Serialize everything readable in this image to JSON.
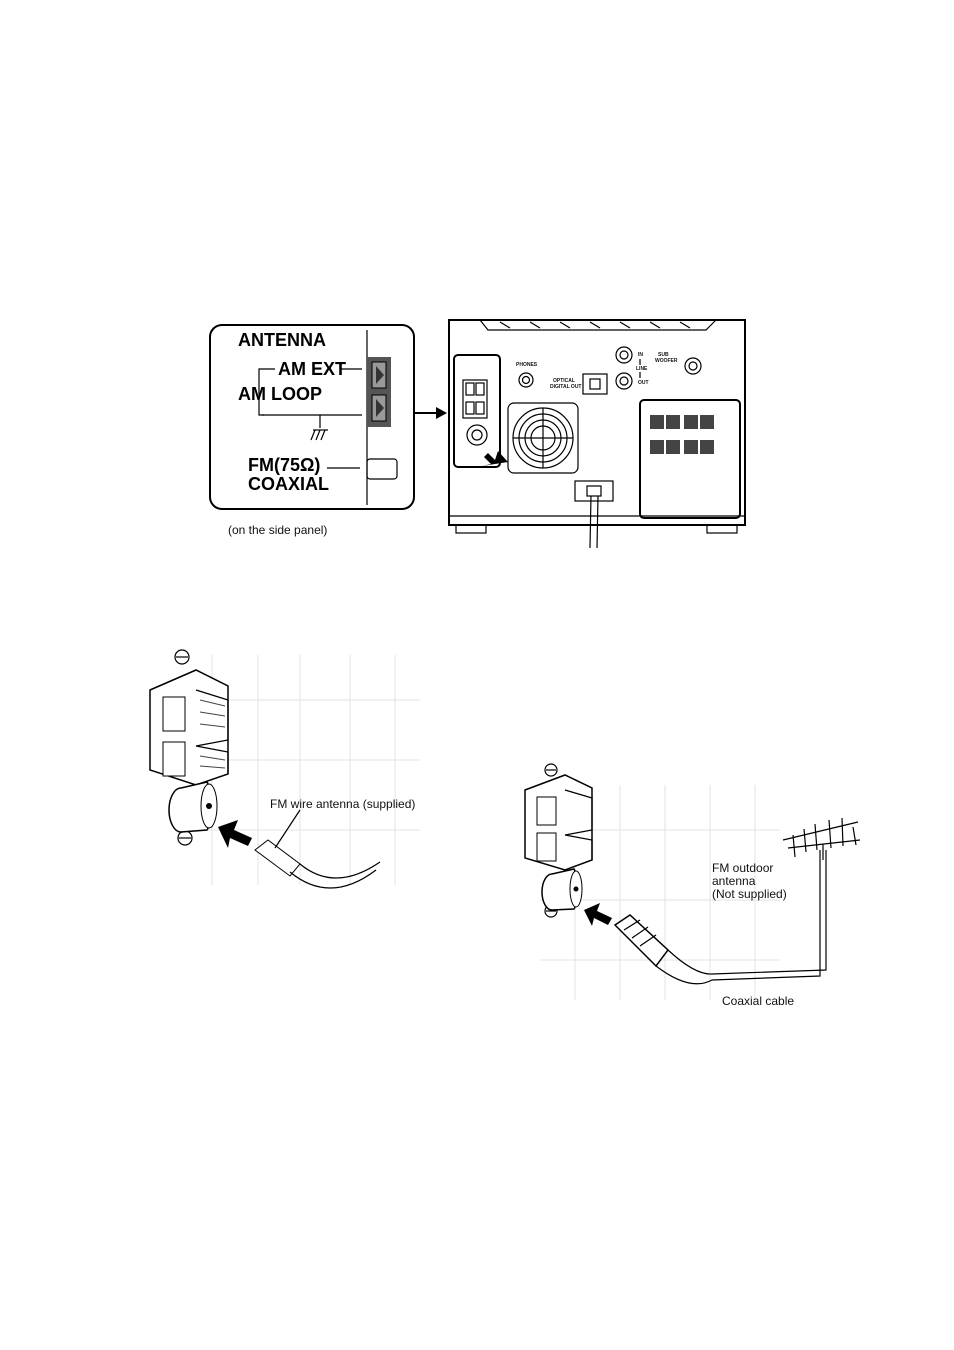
{
  "top_panel": {
    "antenna_heading": "ANTENNA",
    "am_ext": "AM EXT",
    "am_loop": "AM LOOP",
    "fm_line1": "FM(75Ω)",
    "fm_line2": "COAXIAL",
    "caption": "(on the side panel)"
  },
  "rear_unit": {
    "phones": "PHONES",
    "optical_line1": "OPTICAL",
    "optical_line2": "DIGITAL OUT",
    "line_in": "IN",
    "line_label": "LINE",
    "line_out": "OUT",
    "subwoofer_line1": "SUB",
    "subwoofer_line2": "WOOFER"
  },
  "fm_wire_figure": {
    "label": "FM wire antenna (supplied)"
  },
  "fm_outdoor_figure": {
    "label_line1": "FM outdoor",
    "label_line2": "antenna",
    "label_line3": "(Not supplied)",
    "cable_label": "Coaxial cable"
  }
}
